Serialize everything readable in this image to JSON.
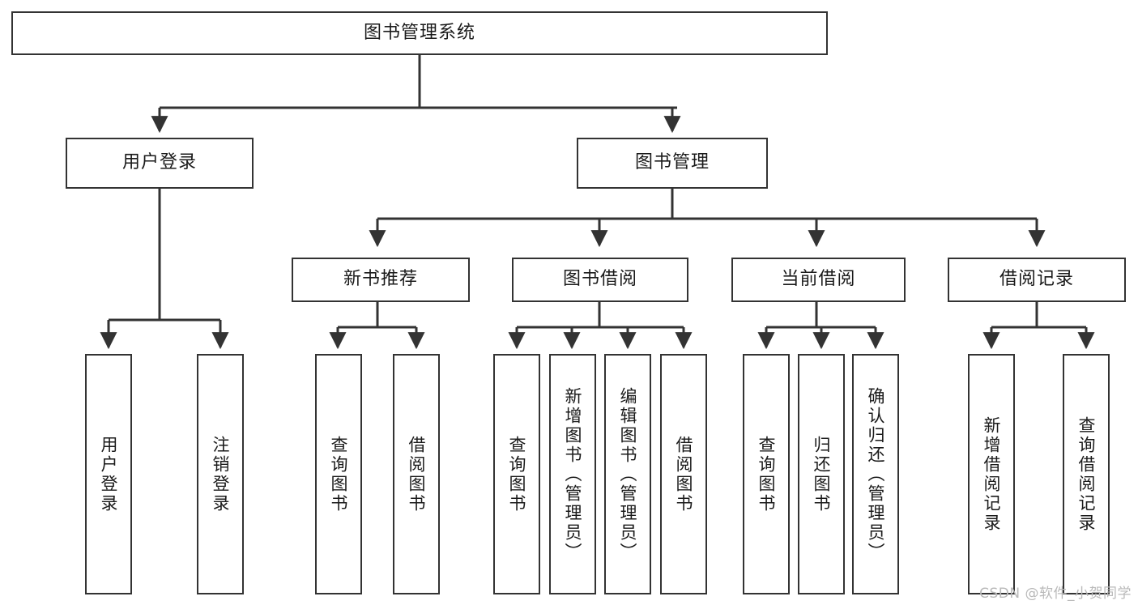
{
  "diagram": {
    "type": "tree",
    "title": "图书管理系统",
    "root": {
      "label": "图书管理系统"
    },
    "level2": [
      {
        "label": "用户登录"
      },
      {
        "label": "图书管理"
      }
    ],
    "level3": [
      {
        "label": "新书推荐"
      },
      {
        "label": "图书借阅"
      },
      {
        "label": "当前借阅"
      },
      {
        "label": "借阅记录"
      }
    ],
    "leaves": {
      "user_login": [
        {
          "label": "用户登录"
        },
        {
          "label": "注销登录"
        }
      ],
      "new_book_rec": [
        {
          "label": "查询图书"
        },
        {
          "label": "借阅图书"
        }
      ],
      "book_borrow": [
        {
          "label": "查询图书"
        },
        {
          "label": "新增图书（管理员）"
        },
        {
          "label": "编辑图书（管理员）"
        },
        {
          "label": "借阅图书"
        }
      ],
      "current_borrow": [
        {
          "label": "查询图书"
        },
        {
          "label": "归还图书"
        },
        {
          "label": "确认归还（管理员）"
        }
      ],
      "borrow_record": [
        {
          "label": "新增借阅记录"
        },
        {
          "label": "查询借阅记录"
        }
      ]
    }
  },
  "watermark": {
    "text": "CSDN @软件_小贺同学"
  },
  "colors": {
    "border": "#333333",
    "fill": "#ffffff",
    "text": "#1a1a1a",
    "watermark": "#b9b9b9"
  }
}
